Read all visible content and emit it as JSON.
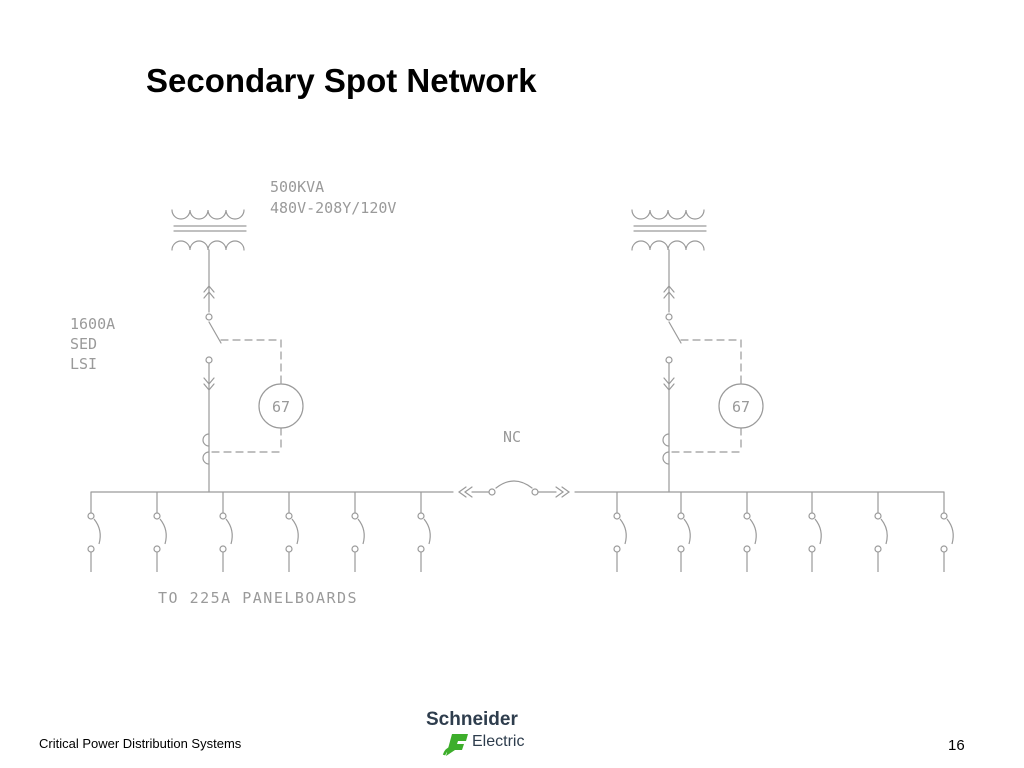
{
  "slide": {
    "title": "Secondary Spot Network",
    "page_number": "16",
    "footer_text": "Critical Power Distribution Systems"
  },
  "diagram": {
    "transformer_rating": "500KVA",
    "transformer_voltage": "480V-208Y/120V",
    "breaker_rating": "1600A",
    "breaker_trip": "SED",
    "breaker_functions": "LSI",
    "relay_left": "67",
    "relay_right": "67",
    "tie_label": "NC",
    "feeders_label": "TO 225A PANELBOARDS"
  },
  "logo": {
    "company_line1": "Schneider",
    "company_line2": "Electric",
    "brand_color": "#3dae2b",
    "text_color": "#2e3d4d"
  },
  "colors": {
    "line": "#9a9a9a",
    "title": "#000000"
  }
}
